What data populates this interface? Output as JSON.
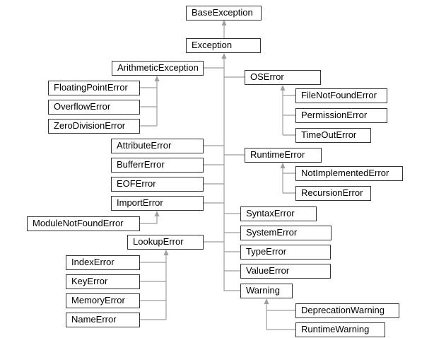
{
  "diagram": {
    "type": "class-hierarchy",
    "subject": "Python exception hierarchy",
    "colors": {
      "background": "#ffffff",
      "box_fill": "#ffffff",
      "box_border_color": "#333333",
      "line_color": "#9e9e9e",
      "text_color": "#000000"
    },
    "nodes": [
      {
        "id": "base-exception",
        "label": "BaseException",
        "parent": null
      },
      {
        "id": "exception",
        "label": "Exception",
        "parent": "BaseException"
      },
      {
        "id": "arithmetic-exception",
        "label": "ArithmeticException",
        "parent": "Exception"
      },
      {
        "id": "floating-point-error",
        "label": "FloatingPointError",
        "parent": "ArithmeticException"
      },
      {
        "id": "overflow-error",
        "label": "OverflowError",
        "parent": "ArithmeticException"
      },
      {
        "id": "zero-division-error",
        "label": "ZeroDivisionError",
        "parent": "ArithmeticException"
      },
      {
        "id": "os-error",
        "label": "OSError",
        "parent": "Exception"
      },
      {
        "id": "file-not-found-error",
        "label": "FileNotFoundError",
        "parent": "OSError"
      },
      {
        "id": "permission-error",
        "label": "PermissionError",
        "parent": "OSError"
      },
      {
        "id": "time-out-error",
        "label": "TimeOutError",
        "parent": "OSError"
      },
      {
        "id": "attribute-error",
        "label": "AttributeError",
        "parent": "Exception"
      },
      {
        "id": "bufferr-error",
        "label": "BufferrError",
        "parent": "Exception"
      },
      {
        "id": "eof-error",
        "label": "EOFError",
        "parent": "Exception"
      },
      {
        "id": "import-error",
        "label": "ImportError",
        "parent": "Exception"
      },
      {
        "id": "module-not-found-error",
        "label": "ModuleNotFoundError",
        "parent": "ImportError"
      },
      {
        "id": "lookup-error",
        "label": "LookupError",
        "parent": "Exception"
      },
      {
        "id": "index-error",
        "label": "IndexError",
        "parent": "LookupError"
      },
      {
        "id": "key-error",
        "label": "KeyError",
        "parent": "LookupError"
      },
      {
        "id": "memory-error",
        "label": "MemoryError",
        "parent": "LookupError"
      },
      {
        "id": "name-error",
        "label": "NameError",
        "parent": "LookupError"
      },
      {
        "id": "runtime-error",
        "label": "RuntimeError",
        "parent": "Exception"
      },
      {
        "id": "not-implemented-error",
        "label": "NotImplementedError",
        "parent": "RuntimeError"
      },
      {
        "id": "recursion-error",
        "label": "RecursionError",
        "parent": "RuntimeError"
      },
      {
        "id": "syntax-error",
        "label": "SyntaxError",
        "parent": "Exception"
      },
      {
        "id": "system-error",
        "label": "SystemError",
        "parent": "Exception"
      },
      {
        "id": "type-error",
        "label": "TypeError",
        "parent": "Exception"
      },
      {
        "id": "value-error",
        "label": "ValueError",
        "parent": "Exception"
      },
      {
        "id": "warning",
        "label": "Warning",
        "parent": "Exception"
      },
      {
        "id": "deprecation-warning",
        "label": "DeprecationWarning",
        "parent": "Warning"
      },
      {
        "id": "runtime-warning",
        "label": "RuntimeWarning",
        "parent": "Warning"
      }
    ]
  }
}
